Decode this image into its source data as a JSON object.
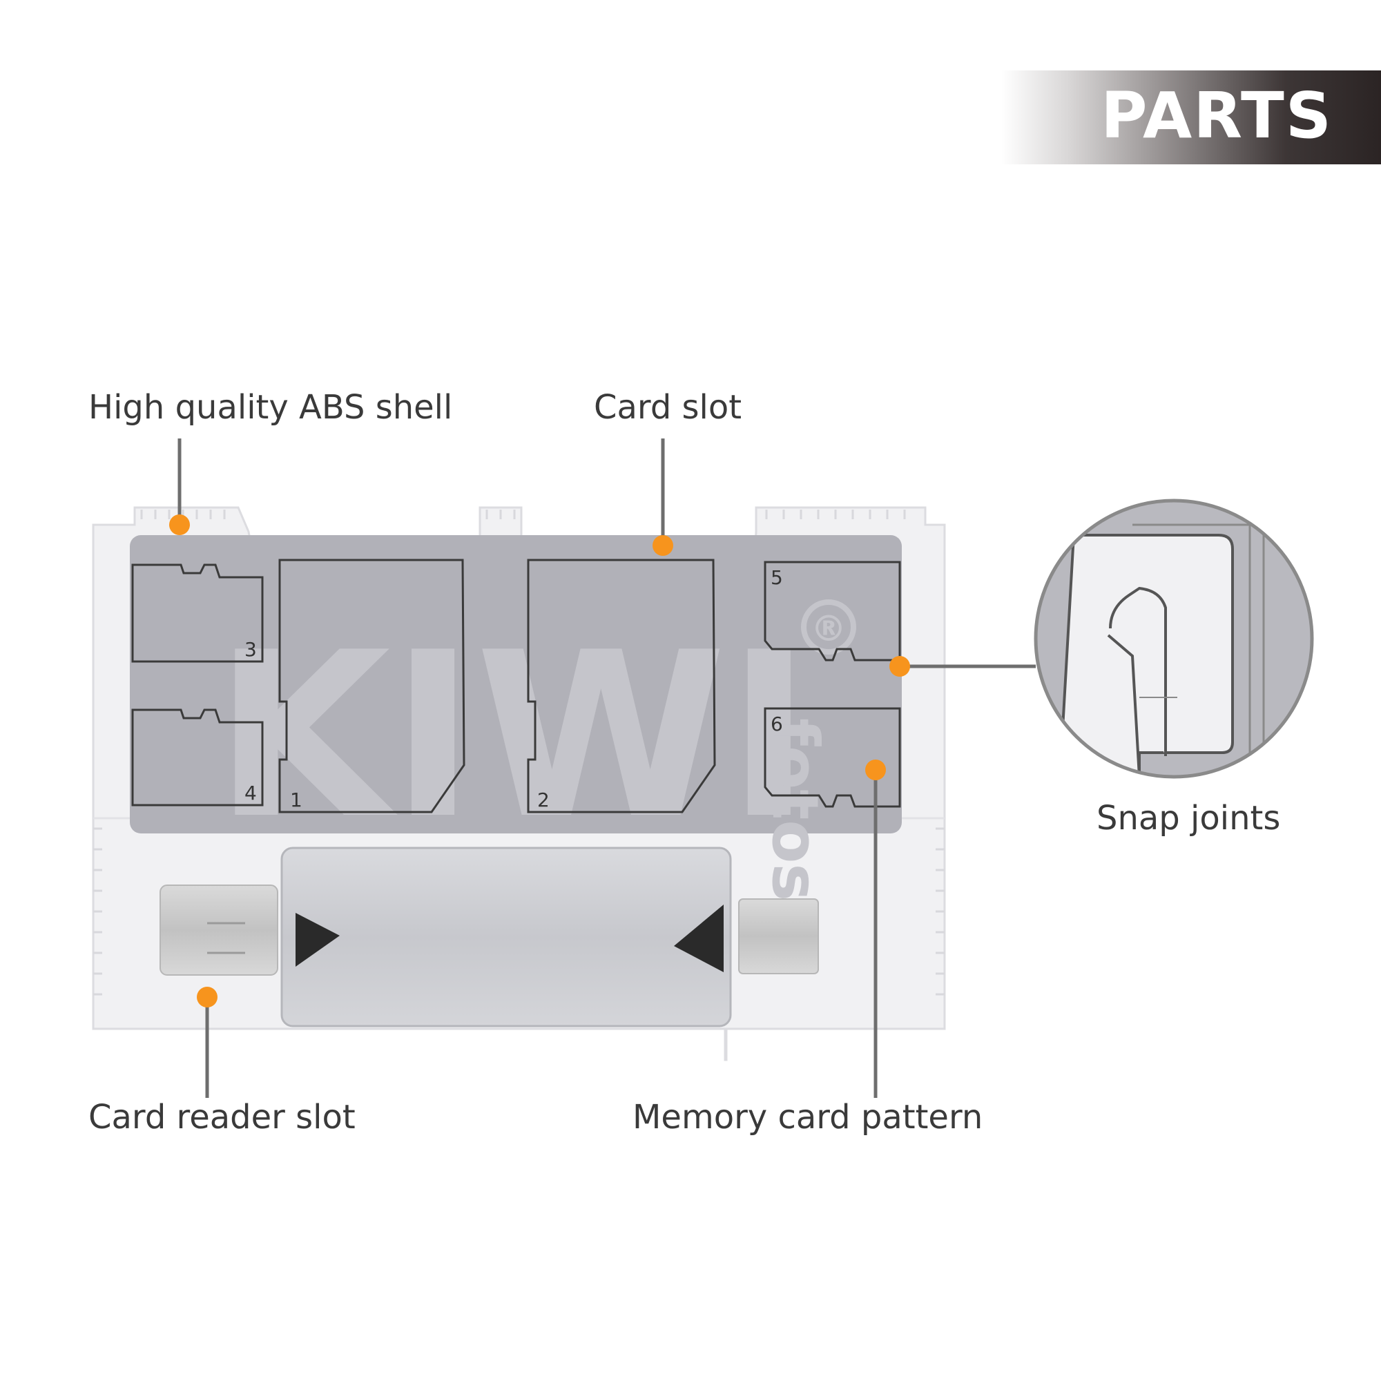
{
  "banner": {
    "title": "PARTS"
  },
  "callouts": {
    "shell": "High quality ABS shell",
    "card_slot": "Card slot",
    "snap_joints": "Snap joints",
    "reader_slot": "Card reader slot",
    "pattern": "Memory card pattern"
  },
  "slot_numbers": [
    "1",
    "2",
    "3",
    "4",
    "5",
    "6"
  ],
  "logo": {
    "text": "KIWI",
    "subtext": "fotos",
    "mark": "®"
  },
  "colors": {
    "marker": "#f7941d",
    "leader": "#6e6e6e",
    "plate": "#b1b1b8",
    "shell": "#f1f1f3",
    "outline": "#3a3a3a",
    "banner_dark": "#2b2424"
  }
}
